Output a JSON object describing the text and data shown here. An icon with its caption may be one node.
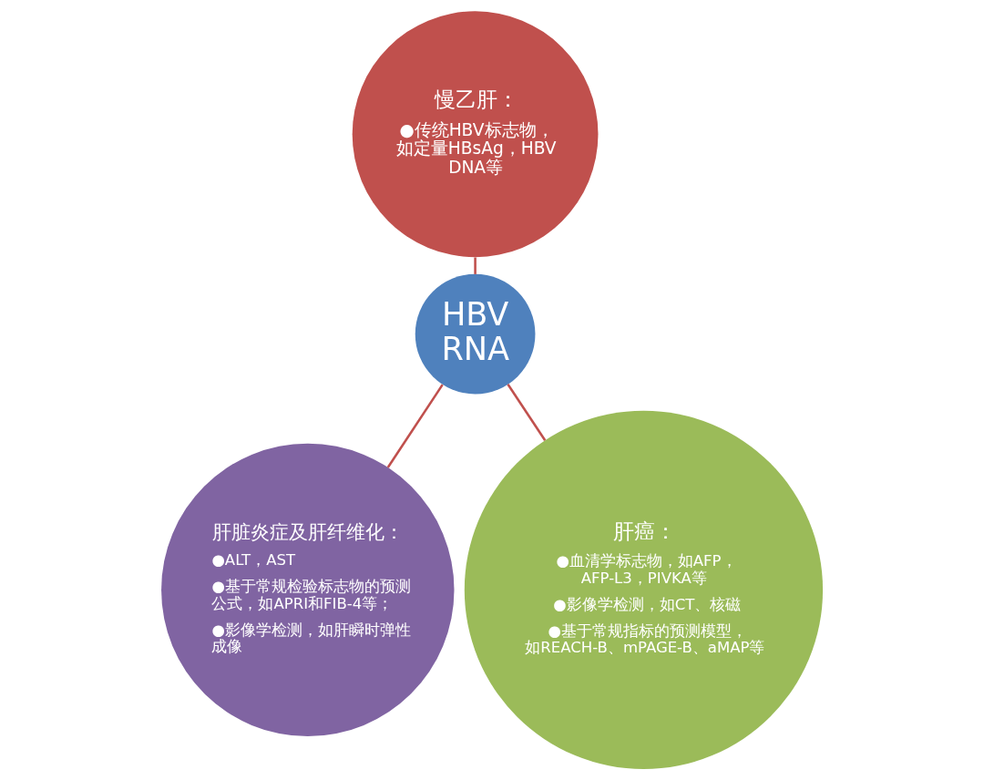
{
  "diagram": {
    "nodes": [
      {
        "text": [
          "慢乙肝：",
          "●传统HBV标志物，如定量HBsAg，HBV DNA等"
        ]
      },
      {
        "text": [
          "HBV RNA"
        ]
      },
      {
        "text": [
          "肝脏炎症及肝纤维化：",
          "●ALT，AST",
          "●基于常规检验标志物的预测公式，如APRI和FIB-4等；",
          "●影像学检测，如肝瞬时弹性成像"
        ]
      },
      {
        "text": [
          "肝癌：",
          "●血清学标志物，如AFP，AFP-L3，PIVKA等",
          "●影像学检测，如CT、核磁",
          "●基于常规指标的预测模型，如REACH-B、mPAGE-B、aMAP等"
        ]
      }
    ],
    "edges": [
      {
        "from": 0,
        "to": 1,
        "arrow": "none"
      },
      {
        "from": 1,
        "to": 2,
        "arrow": "none"
      },
      {
        "from": 1,
        "to": 3,
        "arrow": "none"
      }
    ]
  }
}
